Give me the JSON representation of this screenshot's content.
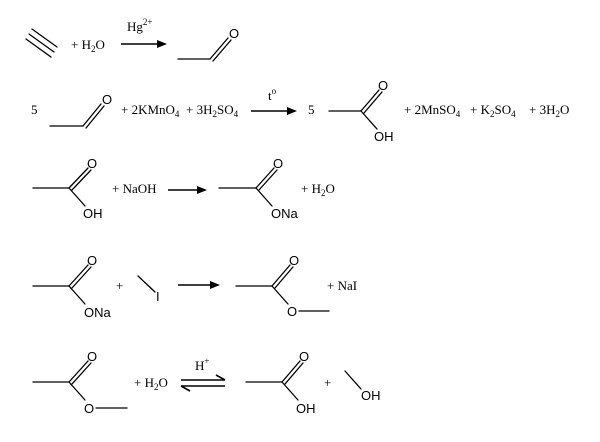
{
  "reactions": [
    {
      "id": "r1",
      "reagent_plus": "+ H",
      "reagent_sub": "2",
      "reagent_end": "O",
      "catalyst": "Hg",
      "catalyst_sup": "2+"
    },
    {
      "id": "r2",
      "coef_left": "5",
      "term_a": "+ 2KMnO",
      "term_a_sub": "4",
      "term_b": "+ 3H",
      "term_b_sub": "2",
      "term_b_mid": "SO",
      "term_b_sub2": "4",
      "condition": "t",
      "condition_sup": "o",
      "coef_right": "5",
      "oh_label": "OH",
      "o_label": "O",
      "prod_a": "+ 2MnSO",
      "prod_a_sub": "4",
      "prod_b": "+ K",
      "prod_b_sub": "2",
      "prod_b_mid": "SO",
      "prod_b_sub2": "4",
      "prod_c": "+ 3H",
      "prod_c_sub": "2",
      "prod_c_end": "O"
    },
    {
      "id": "r3",
      "o_label": "O",
      "oh_label": "OH",
      "reagent": "+ NaOH",
      "ona_label": "ONa",
      "prod": "+ H",
      "prod_sub": "2",
      "prod_end": "O"
    },
    {
      "id": "r4",
      "o_label": "O",
      "ona_label": "ONa",
      "plus": "+",
      "iodo_label": "I",
      "ester_o_label": "O",
      "prod": "+ NaI"
    },
    {
      "id": "r5",
      "o_label": "O",
      "ester_o_label": "O",
      "reagent": "+ H",
      "reagent_sub": "2",
      "reagent_end": "O",
      "catalyst": "H",
      "catalyst_sup": "+",
      "oh_label": "OH",
      "plus": "+",
      "meoh_label": "OH"
    }
  ]
}
